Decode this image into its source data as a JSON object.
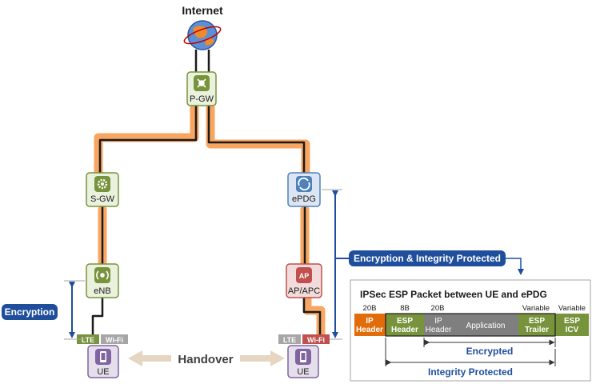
{
  "title": "Internet",
  "nodes": {
    "pgw": "P-GW",
    "sgw": "S-GW",
    "epdg": "ePDG",
    "enb": "eNB",
    "ap": "AP/APC",
    "ap_badge": "AP",
    "ue_left": "UE",
    "ue_right": "UE"
  },
  "radio_tags": {
    "left_lte": "LTE",
    "left_wifi": "Wi-Fi",
    "right_lte": "LTE",
    "right_wifi": "Wi-Fi"
  },
  "labels": {
    "handover": "Handover",
    "encryption": "Encryption",
    "enc_integrity": "Encryption & Integrity Protected"
  },
  "packet": {
    "title": "IPSec ESP Packet between UE and ePDG",
    "sizes": [
      "20B",
      "8B",
      "20B",
      "Variable",
      "Variable"
    ],
    "fields": {
      "ip_header_1": "IP",
      "ip_header_2": "Header",
      "esp_header_1": "ESP",
      "esp_header_2": "Header",
      "inner_ip_1": "IP",
      "inner_ip_2": "Header",
      "application": "Application",
      "esp_trailer_1": "ESP",
      "esp_trailer_2": "Trailer",
      "esp_icv_1": "ESP",
      "esp_icv_2": "ICV"
    },
    "encrypted": "Encrypted",
    "integrity": "Integrity Protected"
  },
  "colors": {
    "green": "#77933c",
    "blue": "#1f4e9c",
    "orange": "#f79646",
    "red": "#c0504d",
    "purple": "#8064a2",
    "grey": "#7f7f7f",
    "orange_field": "#e36c0a",
    "handover_arrow": "#e6d5c0"
  }
}
